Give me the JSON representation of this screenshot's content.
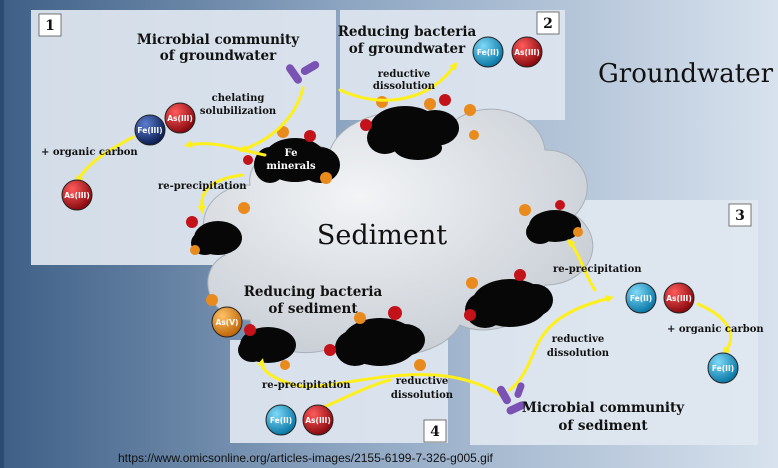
{
  "panels": {
    "p1": {
      "number": "1",
      "title_line1": "Microbial community",
      "title_line2": "of groundwater",
      "chelating_line1": "chelating",
      "chelating_line2": "solubilization",
      "organic_carbon": "+ organic carbon",
      "fe_minerals_line1": "Fe",
      "fe_minerals_line2": "minerals",
      "reprecip": "re-precipitation"
    },
    "p2": {
      "number": "2",
      "title_line1": "Reducing bacteria",
      "title_line2": "of groundwater",
      "reductive_line1": "reductive",
      "reductive_line2": "dissolution"
    },
    "p3": {
      "number": "3",
      "reprecip": "re-precipitation",
      "reductive_line1": "reductive",
      "reductive_line2": "dissolution",
      "organic_carbon": "+ organic carbon",
      "microbial_line1": "Microbial community",
      "microbial_line2": "of sediment"
    },
    "p4": {
      "number": "4",
      "title_line1": "Reducing bacteria",
      "title_line2": "of sediment",
      "reprecip": "re-precipitation",
      "reductive_line1": "reductive",
      "reductive_line2": "dissolution"
    }
  },
  "groundwater_label": "Groundwater",
  "sediment_label": "Sediment",
  "ions": {
    "fe3": "Fe(III)",
    "as3": "As(III)",
    "fe2": "Fe(II)",
    "as5": "As(V)"
  },
  "source_url": "https://www.omicsonline.org/articles-images/2155-6199-7-326-g005.gif",
  "colors": {
    "background_dark": "#3e5f86",
    "background_light": "#c9d6e4",
    "panel": "#dfe7f0",
    "sediment": "#d9dee4",
    "arrow": "#ffef1a",
    "fe3_ball": "#17327a",
    "as_ball": "#c4121a",
    "fe2_ball": "#1ea6d8",
    "as5_ball": "#e98a1c",
    "microbe": "#7a52b3"
  }
}
